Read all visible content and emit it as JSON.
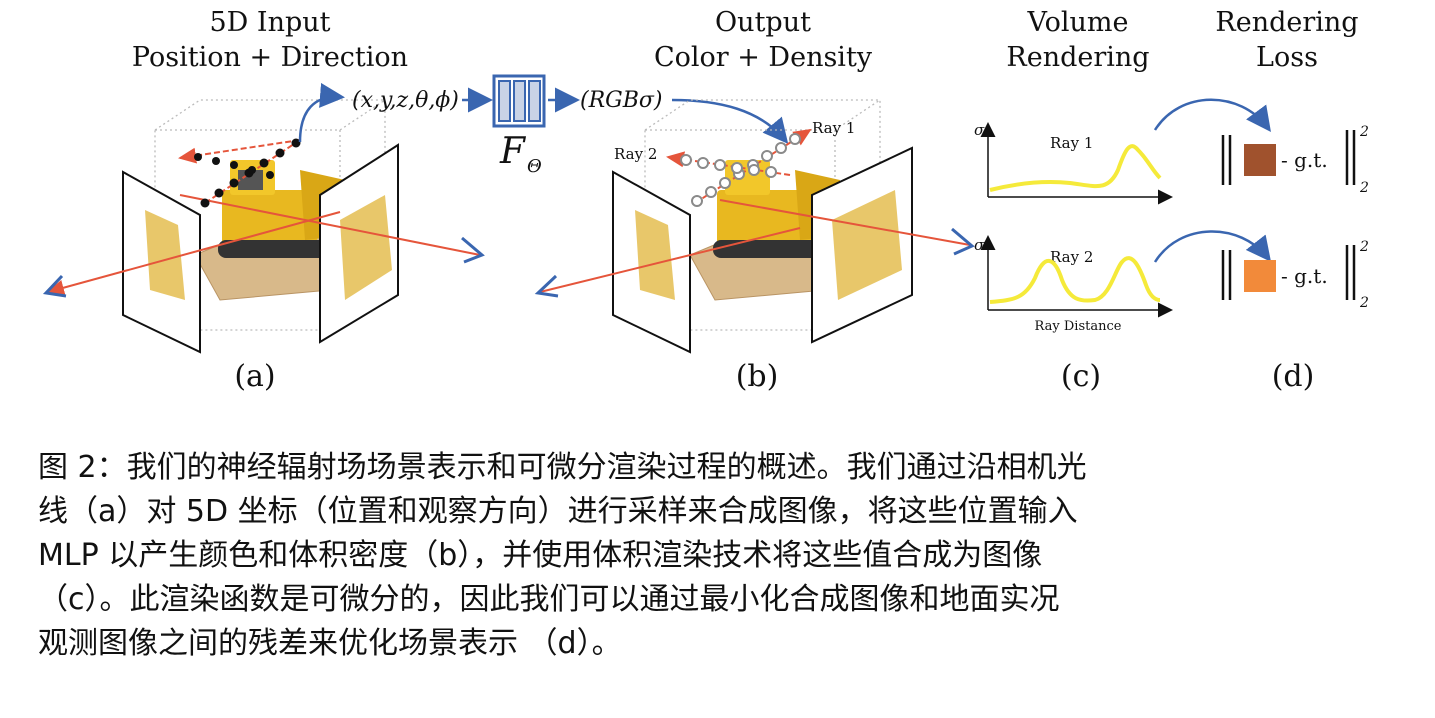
{
  "figure": {
    "panel_a": {
      "title_line1": "5D Input",
      "title_line2": "Position + Direction",
      "label": "(a)"
    },
    "panel_b": {
      "title_line1": "Output",
      "title_line2": "Color + Density",
      "label": "(b)",
      "ray1": "Ray 1",
      "ray2": "Ray 2"
    },
    "panel_c": {
      "title_line1": "Volume",
      "title_line2": "Rendering",
      "label": "(c)",
      "sigma": "σ",
      "ray1": "Ray 1",
      "ray2": "Ray 2",
      "xlabel": "Ray Distance"
    },
    "panel_d": {
      "title_line1": "Rendering",
      "title_line2": "Loss",
      "label": "(d)",
      "gt": "- g.t.",
      "sup": "2",
      "sub": "2"
    },
    "input_tuple": "(x,y,z,θ,ϕ)",
    "network_label": "F",
    "network_sub": "Θ",
    "output_tuple": "(RGBσ)",
    "colors": {
      "ray_red": "#e5553b",
      "arrow_blue": "#3a66b0",
      "curve_yellow": "#f5ea3a",
      "loss_brown": "#a0522d",
      "loss_orange": "#f28a3a",
      "mlp_fill": "#c9d3e6"
    }
  },
  "caption": {
    "line1": "图 2：我们的神经辐射场场景表示和可微分渲染过程的概述。我们通过沿相机光",
    "line2": "线（a）对 5D 坐标（位置和观察方向）进行采样来合成图像，将这些位置输入",
    "line3": "MLP 以产生颜色和体积密度（b），并使用体积渲染技术将这些值合成为图像",
    "line4": "（c）。此渲染函数是可微分的，因此我们可以通过最小化合成图像和地面实况",
    "line5": "观测图像之间的残差来优化场景表示 （d）。"
  }
}
